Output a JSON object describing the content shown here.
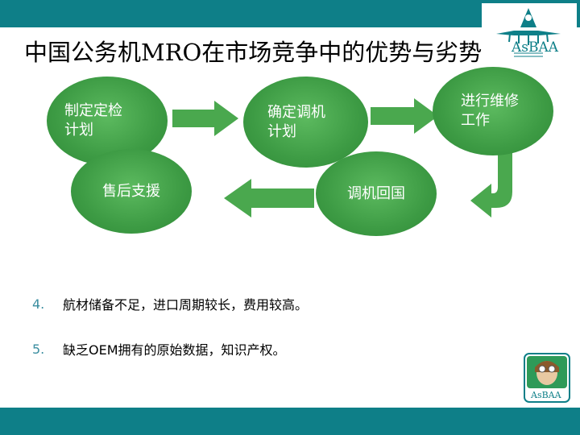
{
  "slide": {
    "title": "中国公务机MRO在市场竞争中的优势与劣势"
  },
  "flow": {
    "nodes": [
      {
        "label": "制定定检\n计划"
      },
      {
        "label": "确定调机\n计划"
      },
      {
        "label": "进行维修\n工作"
      },
      {
        "label": "售后支援"
      },
      {
        "label": "调机回国"
      }
    ]
  },
  "bullets": [
    {
      "number": "4.",
      "text": "航材储备不足，进口周期较长，费用较高。"
    },
    {
      "number": "5.",
      "text": "缺乏OEM拥有的原始数据，知识产权。"
    }
  ],
  "logos": {
    "top_text": "AsBAA",
    "bottom_text": "AsBAA"
  },
  "colors": {
    "bar": "#0e7f88",
    "node": "#4aa84e",
    "arrow": "#4aa84e"
  }
}
